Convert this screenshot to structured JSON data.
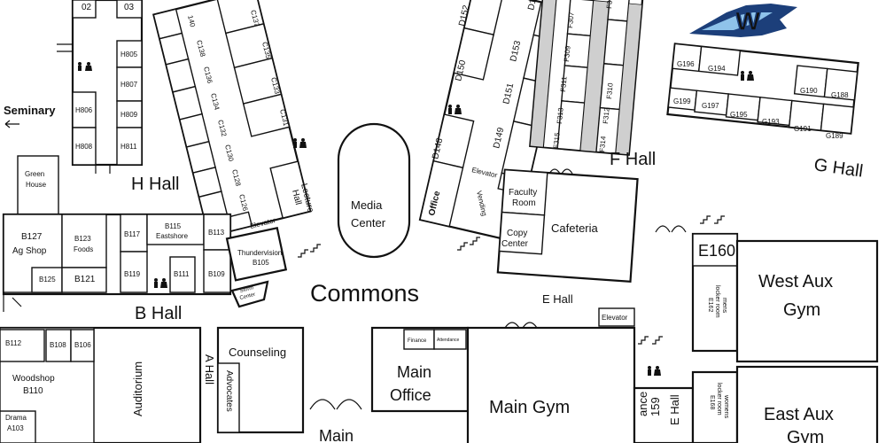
{
  "logo": {
    "letter": "W",
    "colors": {
      "primary": "#1c3f7a",
      "accent": "#8fc3ea"
    }
  },
  "halls": {
    "h_hall": "H Hall",
    "b_hall": "B Hall",
    "a_hall": "A Hall",
    "e_hall": "E Hall",
    "f_hall": "F Hall",
    "g_hall": "G Hall",
    "e_hall_vertical": "E Hall"
  },
  "areas": {
    "commons": "Commons",
    "seminary": "Seminary",
    "media_center_1": "Media",
    "media_center_2": "Center",
    "cafeteria": "Cafeteria",
    "lecture_hall_1": "Lecture",
    "lecture_hall_2": "Hall",
    "elevator": "Elevator",
    "office": "Office",
    "vending": "Vending",
    "faculty_room_1": "Faculty",
    "faculty_room_2": "Room",
    "copy_center_1": "Copy",
    "copy_center_2": "Center",
    "thundervision_1": "Thundervision",
    "thundervision_2": "B105",
    "storm_center_1": "Storm",
    "storm_center_2": "Center",
    "green_house_1": "Green",
    "green_house_2": "House",
    "ag_shop_1": "B127",
    "ag_shop_2": "Ag Shop",
    "foods_1": "B123",
    "foods_2": "Foods",
    "eastshore_1": "B115",
    "eastshore_2": "Eastshore",
    "woodshop_1": "Woodshop",
    "woodshop_2": "B110",
    "drama_1": "Drama",
    "drama_2": "A103",
    "auditorium": "Auditorium",
    "counseling": "Counseling",
    "advocates": "Advocates",
    "main_office_1": "Main",
    "main_office_2": "Office",
    "finance": "Finance",
    "attendance": "Attendance",
    "main_gym": "Main Gym",
    "main_bottom": "Main",
    "elevator_e": "Elevator",
    "e160": "E160",
    "mens_locker_1": "mens",
    "mens_locker_2": "locker room",
    "mens_locker_3": "E162",
    "womens_locker_1": "womens",
    "womens_locker_2": "locker room",
    "womens_locker_3": "E168",
    "west_aux_1": "West Aux",
    "west_aux_2": "Gym",
    "east_aux_1": "East Aux",
    "east_aux_2": "Gym",
    "ance_159_1": "ance",
    "ance_159_2": "159"
  },
  "rooms": {
    "h": [
      "02",
      "03",
      "H805",
      "H807",
      "H809",
      "H811",
      "H806",
      "H808"
    ],
    "c": [
      "C137",
      "C135",
      "C133",
      "C131",
      "140",
      "C138",
      "C136",
      "C134",
      "C132",
      "C130",
      "C128",
      "C126"
    ],
    "d": [
      "D152",
      "D150",
      "D148",
      "D153",
      "D151",
      "D149",
      "D1"
    ],
    "f": [
      "F307",
      "F309",
      "F311",
      "F313",
      "F315",
      "F310",
      "F312",
      "F314",
      "F3"
    ],
    "g": [
      "G196",
      "G194",
      "G190",
      "G188",
      "G199",
      "G197",
      "G195",
      "G193",
      "G191",
      "G189"
    ],
    "b": [
      "B117",
      "B113",
      "B119",
      "B111",
      "B109",
      "B125",
      "B121",
      "B112",
      "B108",
      "B106"
    ]
  }
}
